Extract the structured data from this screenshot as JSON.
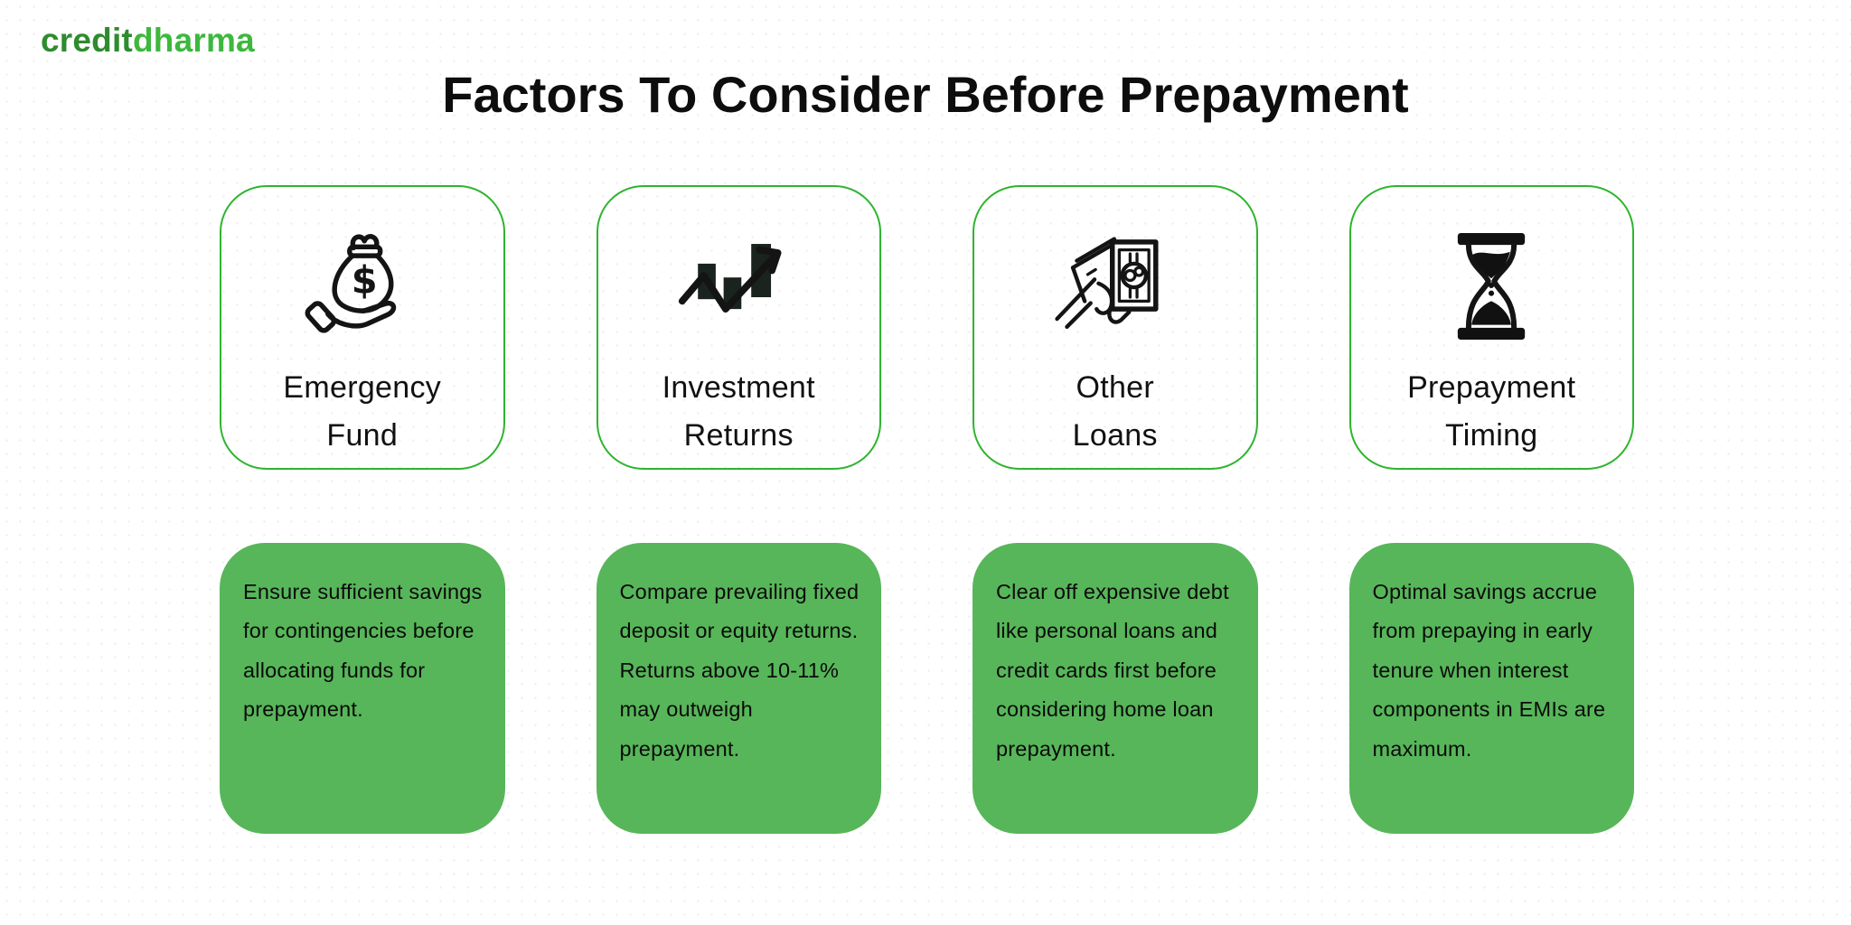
{
  "brand": {
    "logo_part1": "credit",
    "logo_part2": "dharma"
  },
  "title": "Factors To Consider Before Prepayment",
  "colors": {
    "card_border_green": "#2fb42f",
    "desc_box_green": "#57b659",
    "logo_dark_green": "#2e8b2e",
    "logo_light_green": "#3db83d",
    "text": "#0d0d0d"
  },
  "factors": [
    {
      "label_line1": "Emergency",
      "label_line2": "Fund",
      "icon": "money-bag-hand-icon",
      "icon_glyph": "$",
      "description": "Ensure sufficient savings for contingencies before allocating funds for prepayment."
    },
    {
      "label_line1": "Investment",
      "label_line2": "Returns",
      "icon": "growth-chart-icon",
      "description": "Compare prevailing fixed deposit or equity returns. Returns above 10-11% may outweigh prepayment."
    },
    {
      "label_line1": "Other",
      "label_line2": "Loans",
      "icon": "cash-in-hand-icon",
      "description": "Clear off expensive debt like personal loans and credit cards first before considering home loan prepayment."
    },
    {
      "label_line1": "Prepayment",
      "label_line2": "Timing",
      "icon": "hourglass-icon",
      "description": "Optimal savings accrue from prepaying in early tenure when interest components in EMIs are maximum."
    }
  ]
}
